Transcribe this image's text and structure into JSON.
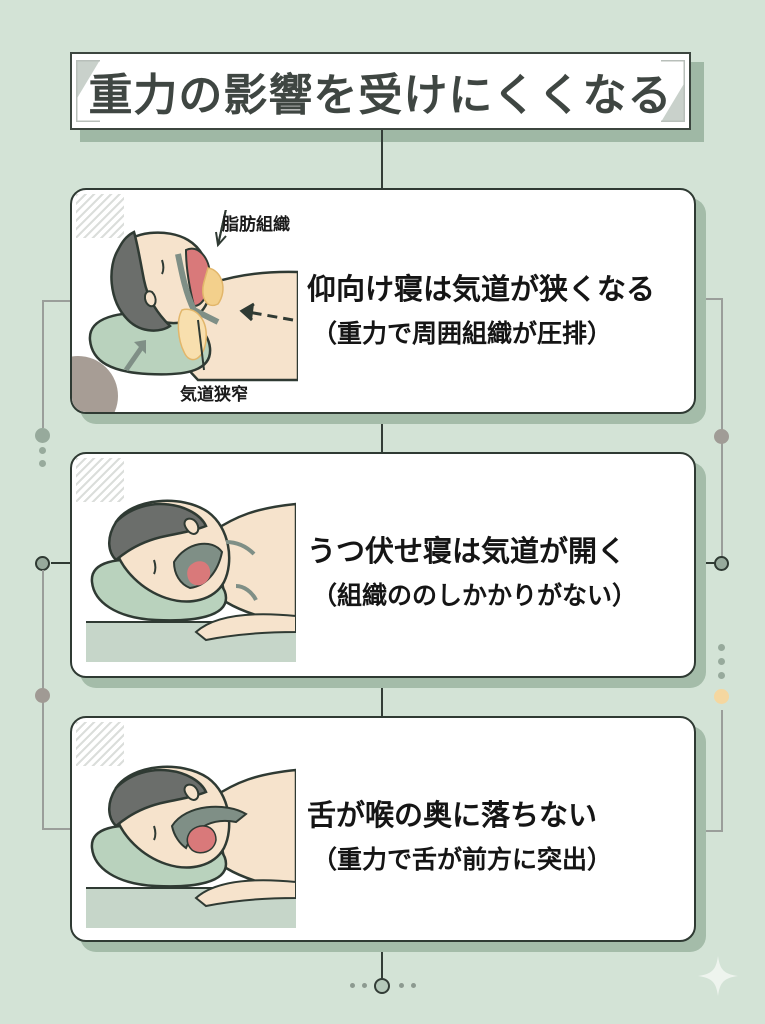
{
  "title": "重力の影響を受けにくくなる",
  "colors": {
    "background": "#d3e3d6",
    "card_shadow": "#a4bca9",
    "border": "#2f3a33",
    "skin": "#f6e3cc",
    "hair": "#6b6e6b",
    "pillow": "#b9d2bd",
    "airway": "#7f8f86",
    "mouth": "#d9797a",
    "fat": "#f3d08c",
    "accent_dot": "#f5d7a0"
  },
  "cards": [
    {
      "main": "仰向け寝は気道が狭くなる",
      "sub": "（重力で周囲組織が圧排）",
      "labels": {
        "top": "脂肪組織",
        "bottom": "気道狭窄"
      },
      "illustration": "supine-sleeper-airway-narrowing"
    },
    {
      "main": "うつ伏せ寝は気道が開く",
      "sub": "（組織ののしかかりがない）",
      "illustration": "prone-sleeper-airway-open"
    },
    {
      "main": "舌が喉の奥に落ちない",
      "sub": "（重力で舌が前方に突出）",
      "illustration": "prone-sleeper-tongue-forward"
    }
  ]
}
